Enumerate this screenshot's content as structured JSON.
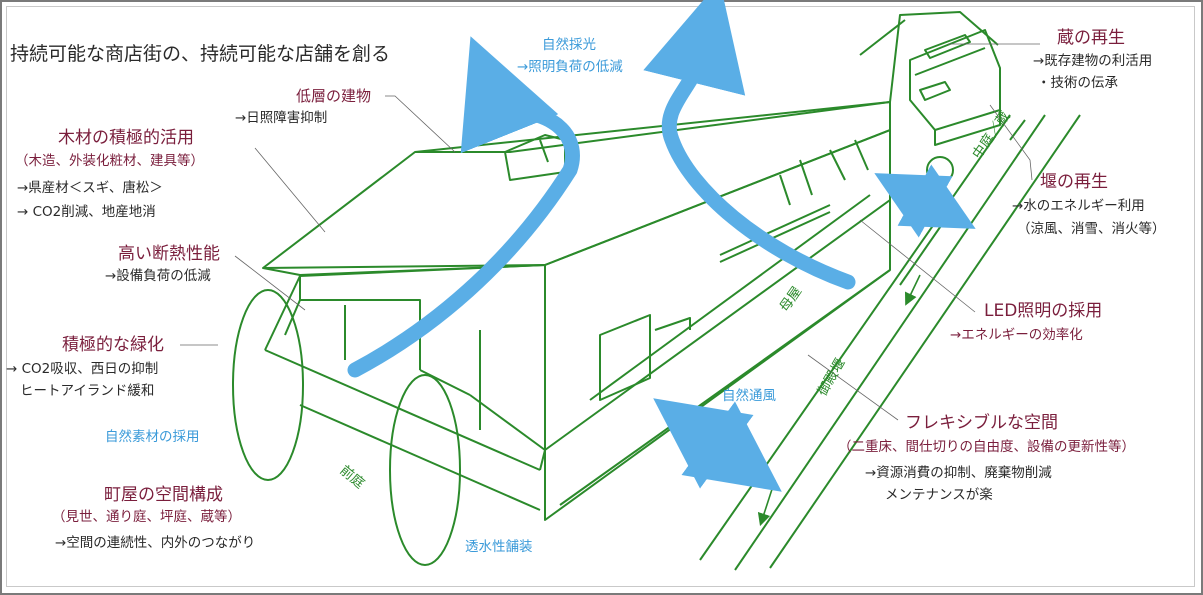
{
  "title": "持続可能な商店街の、持続可能な店舗を創る",
  "annotations": {
    "low_building": {
      "label": "低層の建物",
      "detail": "→日照障害抑制"
    },
    "timber": {
      "label": "木材の積極的活用",
      "sub": "（木造、外装化粧材、建具等）",
      "detail1": "→県産材＜スギ、唐松＞",
      "detail2": "→ CO2削減、地産地消"
    },
    "insulation": {
      "label": "高い断熱性能",
      "detail": "→設備負荷の低減"
    },
    "greening": {
      "label": "積極的な緑化",
      "detail1": "→ CO2吸収、西日の抑制",
      "detail2": "ヒートアイランド緩和"
    },
    "natural_materials": {
      "label": "自然素材の採用"
    },
    "machiya": {
      "label": "町屋の空間構成",
      "sub": "（見世、通り庭、坪庭、蔵等）",
      "detail": "→空間の連続性、内外のつながり"
    },
    "daylight": {
      "label": "自然採光",
      "detail": "→照明負荷の低減"
    },
    "kura": {
      "label": "蔵の再生",
      "detail1": "→既存建物の利活用",
      "detail2": "・技術の伝承"
    },
    "weir": {
      "label": "堰の再生",
      "detail1": "→水のエネルギー利用",
      "detail2": "（涼風、消雪、消火等）"
    },
    "led": {
      "label": "LED照明の採用",
      "detail": "→エネルギーの効率化"
    },
    "flexible": {
      "label": "フレキシブルな空間",
      "sub": "（二重床、間仕切りの自由度、設備の更新性等）",
      "detail1": "→資源消費の抑制、廃棄物削減",
      "detail2": "メンテナンスが楽"
    },
    "ventilation": {
      "label": "自然通風"
    },
    "permeable": {
      "label": "透水性舗装"
    }
  },
  "drawing_labels": {
    "main_house": "母屋",
    "courtyard": "中庭／蔵",
    "front_garden": "前庭",
    "street": "御殿堰"
  },
  "colors": {
    "maroon": "#7a1e3c",
    "blue": "#3a9ad9",
    "green": "#2b8a2b",
    "text": "#2a2a2a"
  }
}
